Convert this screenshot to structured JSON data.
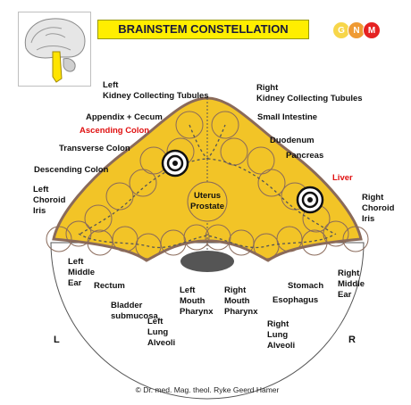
{
  "title": "BRAINSTEM CONSTELLATION",
  "badges": [
    "G",
    "N",
    "M"
  ],
  "colors": {
    "fill": "#f2c427",
    "outline": "#8a6a5a",
    "accent_red": "#e01010",
    "title_bg": "#ffee00"
  },
  "center": {
    "line1": "Uterus",
    "line2": "Prostate"
  },
  "side_left": "L",
  "side_right": "R",
  "labels": {
    "left_kidney": [
      "Left",
      "Kidney Collecting Tubules"
    ],
    "right_kidney": [
      "Right",
      "Kidney Collecting Tubules"
    ],
    "appendix": "Appendix + Cecum",
    "ascending_colon": "Ascending Colon",
    "small_intestine": "Small Intestine",
    "transverse_colon": "Transverse Colon",
    "duodenum": "Duodenum",
    "descending_colon": "Descending Colon",
    "pancreas": "Pancreas",
    "liver": "Liver",
    "left_choroid": [
      "Left",
      "Choroid",
      "Iris"
    ],
    "right_choroid": [
      "Right",
      "Choroid",
      "Iris"
    ],
    "left_middle_ear": [
      "Left",
      "Middle",
      "Ear"
    ],
    "rectum": "Rectum",
    "bladder": [
      "Bladder",
      "submucosa"
    ],
    "left_mouth": [
      "Left",
      "Mouth",
      "Pharynx"
    ],
    "right_mouth": [
      "Right",
      "Mouth",
      "Pharynx"
    ],
    "left_lung": [
      "Left",
      "Lung",
      "Alveoli"
    ],
    "right_lung": [
      "Right",
      "Lung",
      "Alveoli"
    ],
    "stomach": "Stomach",
    "esophagus": "Esophagus",
    "right_middle_ear": [
      "Right",
      "Middle",
      "Ear"
    ]
  },
  "copyright": "© Dr. med. Mag. theol. Ryke Geerd Hamer"
}
